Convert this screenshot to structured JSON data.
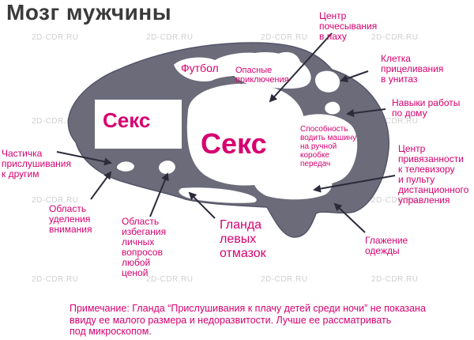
{
  "title": "Мозг мужчины",
  "watermark": "2D-CDR.RU",
  "regions": {
    "sex_small": "Секс",
    "sex_big": "Секс",
    "football": "Футбол",
    "driving": "Способность\nводить машину\nна ручной\nкоробке\nпередач"
  },
  "callouts": {
    "petting_center": "Центр\nпочесывания\nв паху",
    "danger": "Опасные\nприключения",
    "aim_cell": "Клетка\nприцеливания\nв унитаз",
    "housework": "Навыки работы\nпо дому",
    "tv_attachment": "Центр\nпривязанности\nк телевизору\nи пульту\nдистанционного\nуправления",
    "listening": "Частичка\nприслушивания\nк другим",
    "attention": "Область\nуделения\nвнимания",
    "avoid_questions": "Область\nизбегания\nличных\nвопросов\nлюбой\nценой",
    "excuses_gland": "Гланда\nлевых\nотмазок",
    "ironing": "Глажение\nодежды"
  },
  "note": "Примечание: Гланда “Прислушивания к плачу детей среди ночи” не показана\nввиду ее малого размера и недоразвитости. Лучше ее рассматривать\nпод микроскопом.",
  "colors": {
    "brain_fill": "#6b6b7a",
    "region_fill": "#ffffff",
    "accent": "#d6006f",
    "title": "#3a3a3a",
    "arrow": "#2b2b3a"
  }
}
